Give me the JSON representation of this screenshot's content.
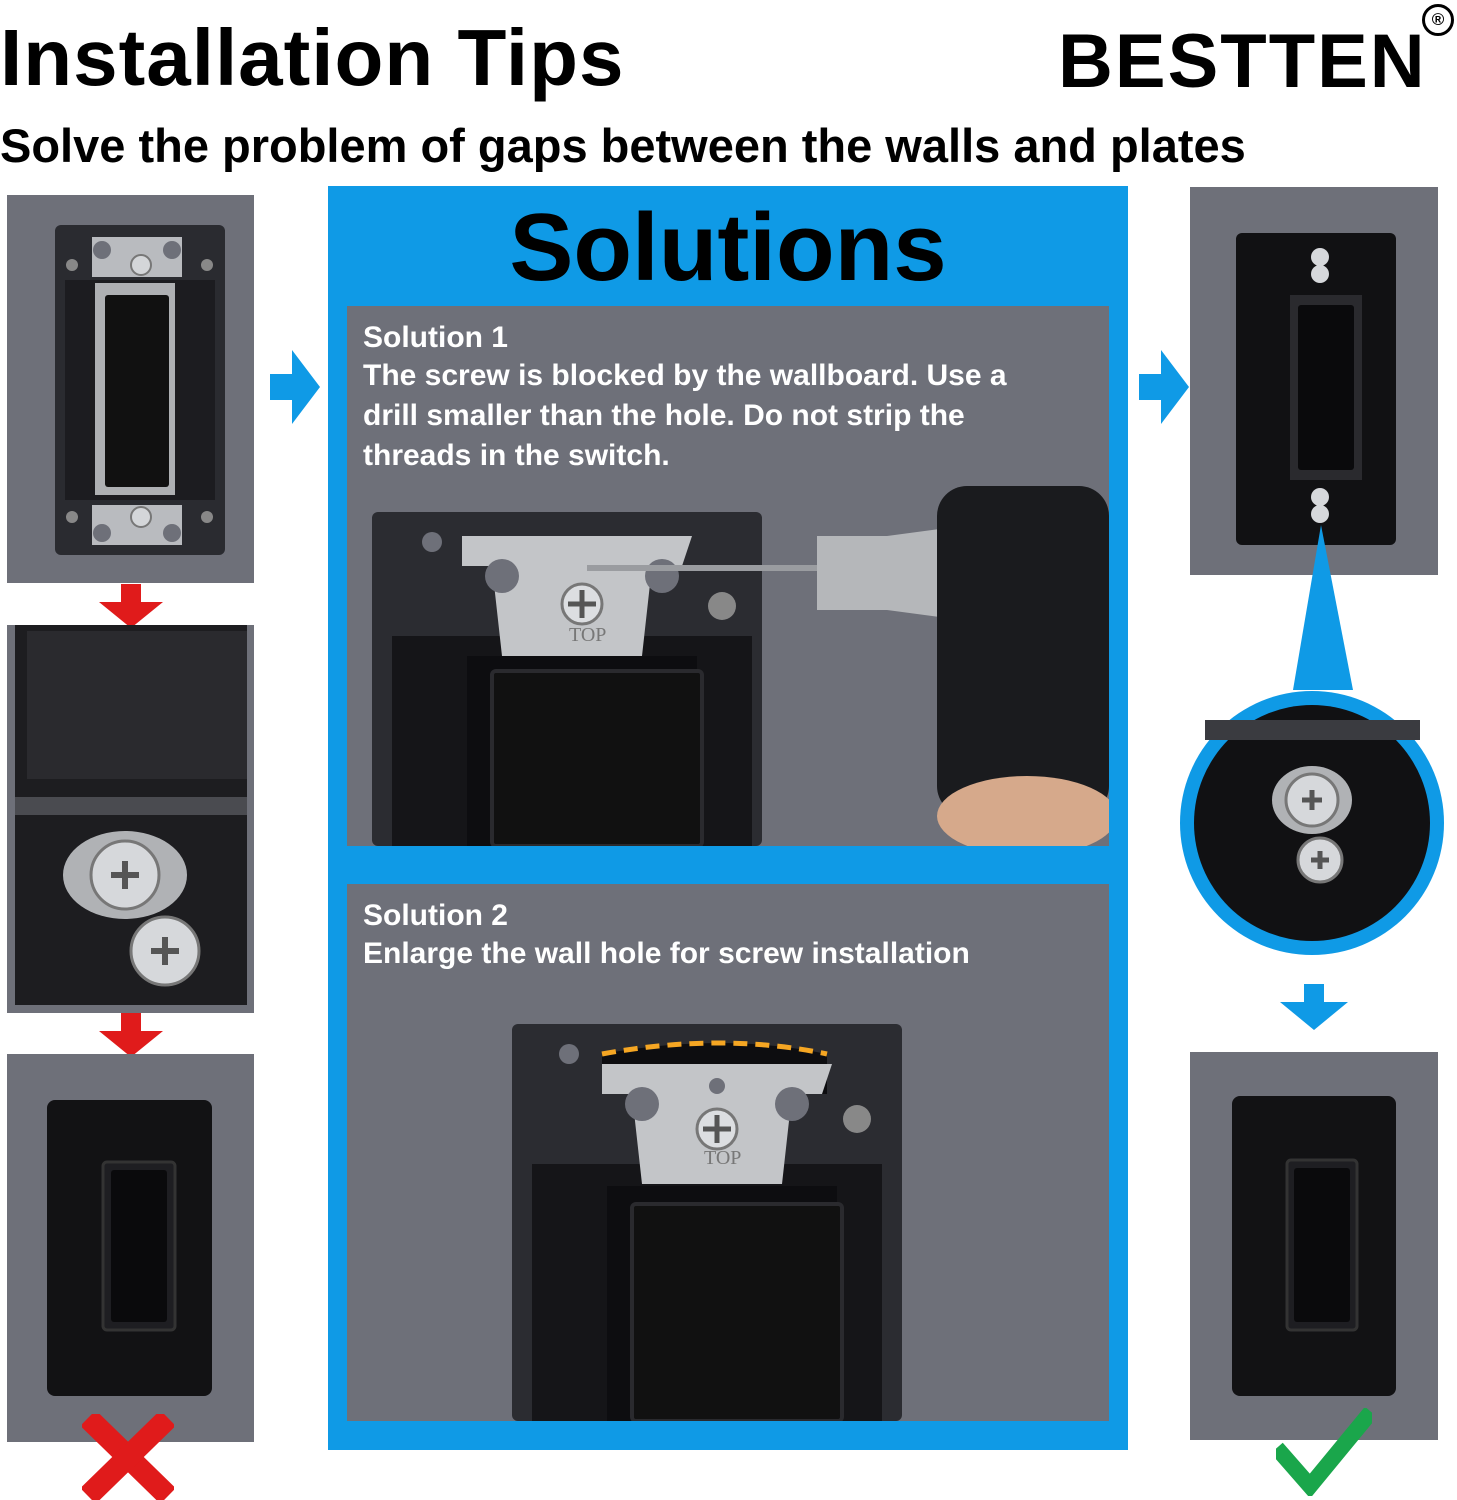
{
  "header": {
    "title": "Installation Tips",
    "brand": "BESTTEN",
    "registered_mark": "®",
    "subtitle": "Solve the problem of gaps between the walls and plates"
  },
  "solutions": {
    "heading": "Solutions",
    "items": [
      {
        "title": "Solution 1",
        "text_lines": [
          "The screw is blocked by the wallboard. Use a",
          "drill smaller than the hole. Do not strip the",
          "threads in the switch."
        ]
      },
      {
        "title": "Solution 2",
        "text_lines": [
          "Enlarge the wall hole for screw installation"
        ]
      }
    ],
    "strap_label": "TOP"
  },
  "icons": {
    "left_result": "red-x-icon",
    "right_result": "green-check-icon",
    "flow_arrow": "blue-arrow-icon",
    "down_arrow": "red-down-arrow-icon"
  },
  "colors": {
    "accent_blue": "#0f9ae6",
    "panel_gray": "#6e7079",
    "error_red": "#e01b1b",
    "success_green": "#1aa64b"
  }
}
